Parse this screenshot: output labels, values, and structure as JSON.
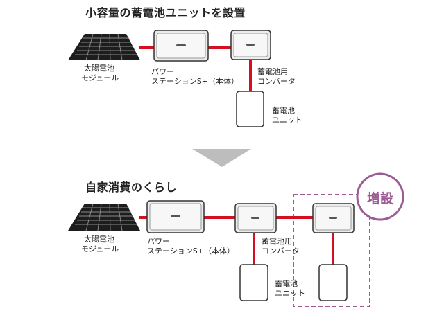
{
  "top_section": {
    "heading": "小容量の蓄電池ユニットを設置",
    "solar_label": [
      "太陽電池",
      "モジュール"
    ],
    "station_label": [
      "パワー",
      "ステーションS+（本体）"
    ],
    "converter_label": [
      "蓄電池用",
      "コンバータ"
    ],
    "battery_label": [
      "蓄電池",
      "ユニット"
    ]
  },
  "bottom_section": {
    "heading": "自家消費のくらし",
    "solar_label": [
      "太陽電池",
      "モジュール"
    ],
    "station_label": [
      "パワー",
      "ステーションS+（本体）"
    ],
    "converter_label": [
      "蓄電池用",
      "コンバータ"
    ],
    "battery_label": [
      "蓄電池",
      "ユニット"
    ],
    "expansion_badge": "増設"
  },
  "colors": {
    "wire": "#d40f1f",
    "device_fill": "#ececec",
    "device_stroke": "#333333",
    "arrow": "#bdbdbd",
    "expansion": "#9c5b93",
    "panel": "#222222"
  }
}
